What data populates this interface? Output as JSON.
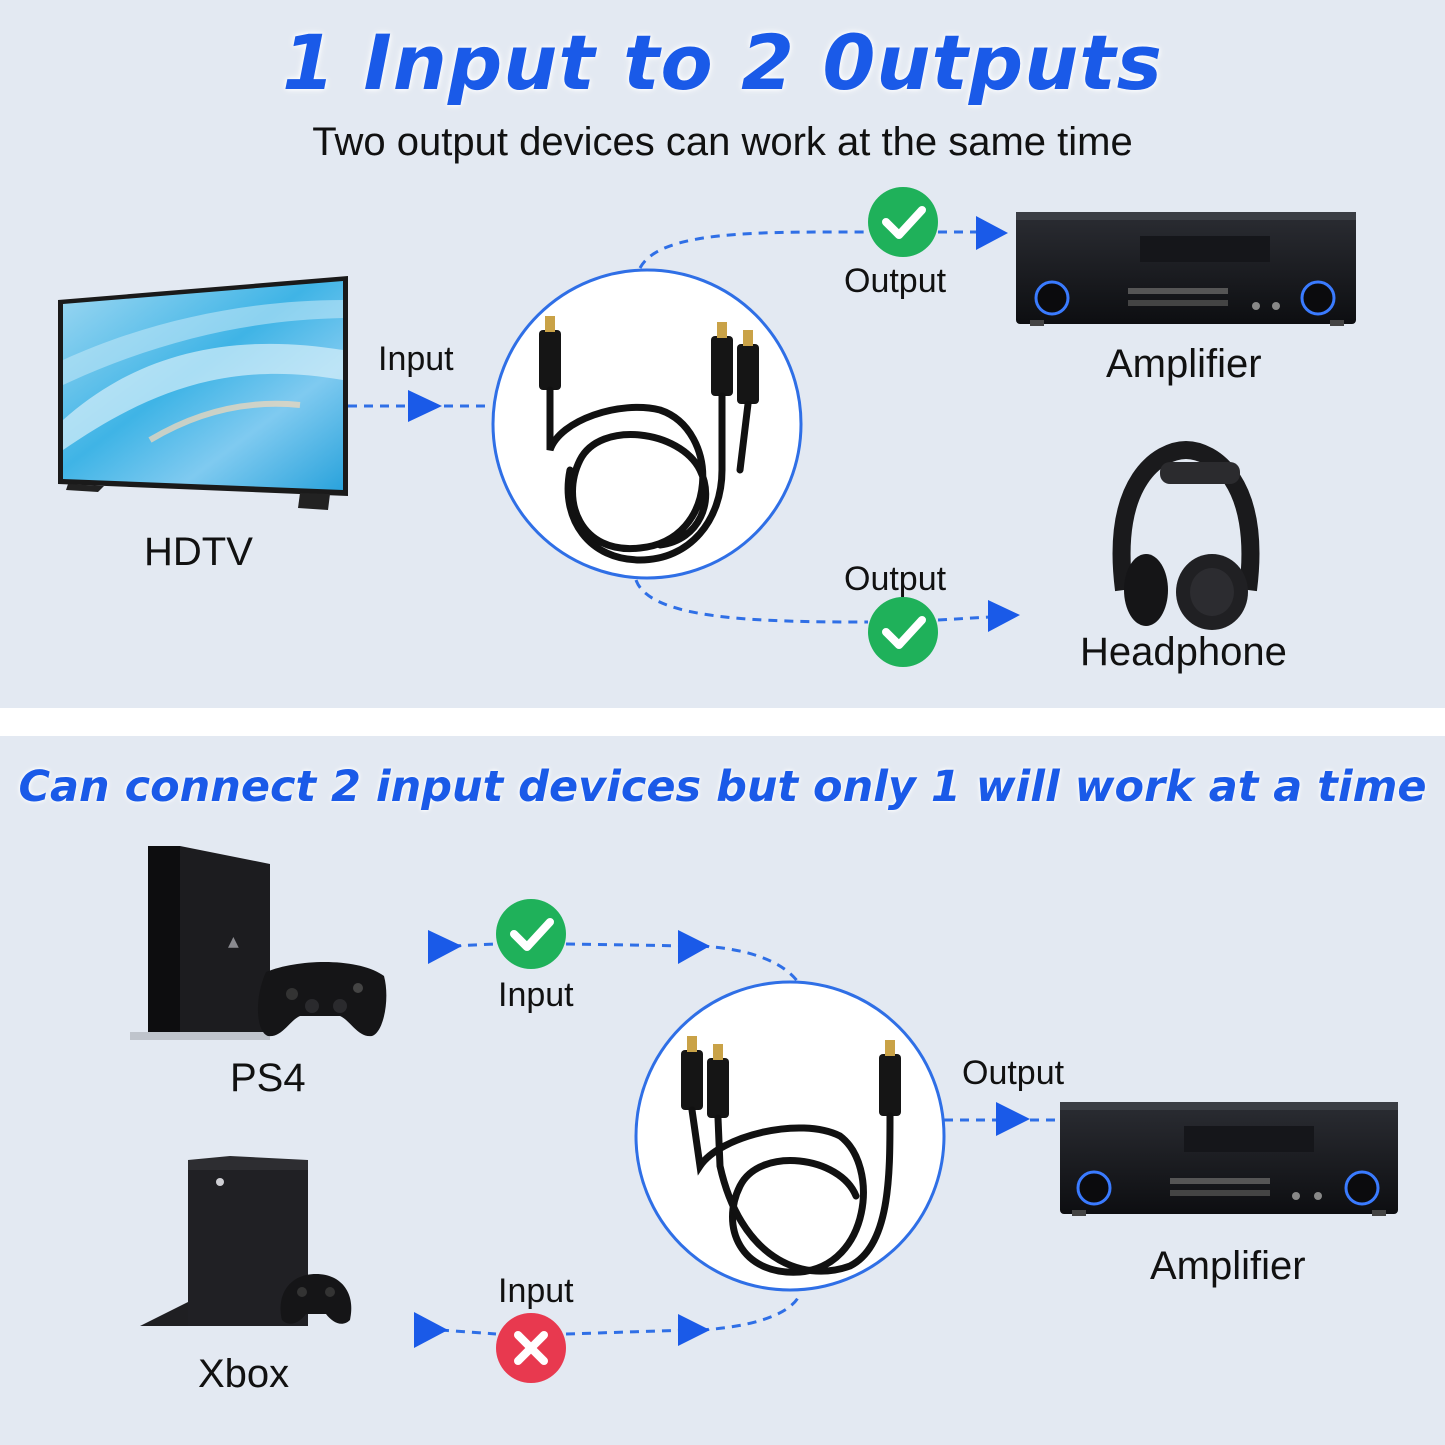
{
  "top": {
    "title": "1 Input to 2 0utputs",
    "subtitle": "Two output devices can work at the same time",
    "input_label": "Input",
    "output_label_1": "Output",
    "output_label_2": "Output",
    "source_device": "HDTV",
    "target_device_1": "Amplifier",
    "target_device_2": "Headphone"
  },
  "bottom": {
    "title": "Can connect 2 input devices but only 1 will work at a time",
    "source_device_1": "PS4",
    "source_device_2": "Xbox",
    "input_label_1": "Input",
    "input_label_2": "Input",
    "output_label": "Output",
    "target_device": "Amplifier"
  },
  "colors": {
    "accent": "#1a5ae8",
    "check_green": "#1fb15a",
    "cross_red": "#e8394f",
    "panel_bg": "#e3e9f2"
  },
  "icons": {
    "status_ok": "check-circle-icon",
    "status_fail": "x-circle-icon"
  }
}
